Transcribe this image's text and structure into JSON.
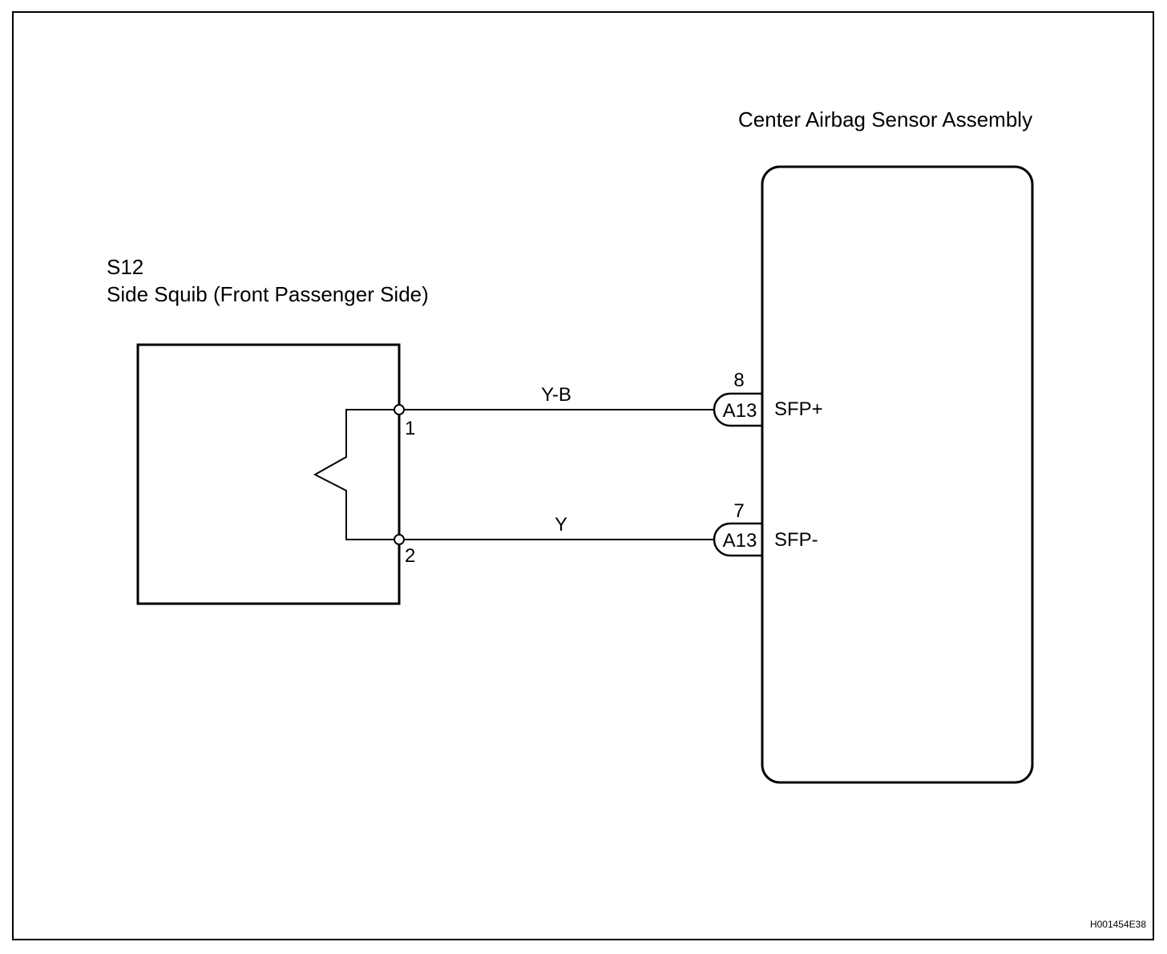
{
  "diagram": {
    "component_left": {
      "code": "S12",
      "name": "Side Squib (Front Passenger Side)",
      "pins": [
        "1",
        "2"
      ]
    },
    "component_right": {
      "name": "Center Airbag Sensor Assembly"
    },
    "wires": [
      {
        "color": "Y-B",
        "pin_number": "8",
        "connector": "A13",
        "signal": "SFP+"
      },
      {
        "color": "Y",
        "pin_number": "7",
        "connector": "A13",
        "signal": "SFP-"
      }
    ],
    "figure_id": "H001454E38"
  }
}
